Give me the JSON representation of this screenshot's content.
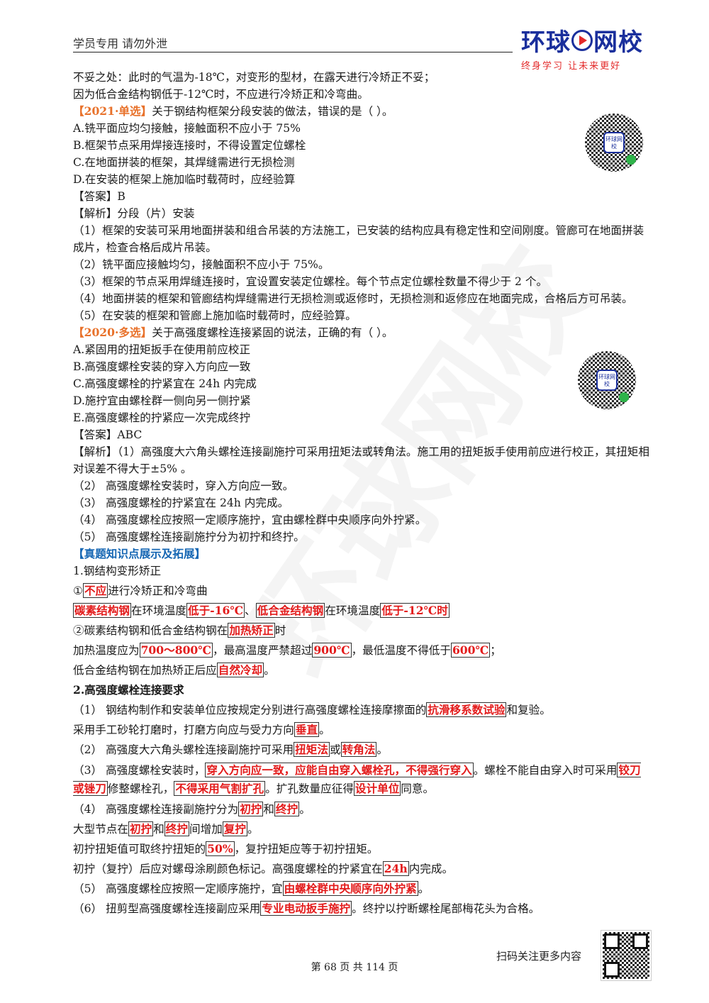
{
  "header": {
    "left_text": "学员专用 请勿外泄",
    "logo_text_a": "环球",
    "logo_text_b": "网校",
    "logo_slogan": "终身学习 让未来更好"
  },
  "qr_badges": {
    "center_label": "环球网校"
  },
  "content": {
    "l1": "不妥之处：此时的气温为-18℃，对变形的型材，在露天进行冷矫正不妥；",
    "l2": "因为低合金结构钢低于-12℃时，不应进行冷矫正和冷弯曲。",
    "q1": {
      "tag": "【2021·单选】",
      "stem": "关于钢结构框架分段安装的做法，错误的是（ ）。",
      "a": "A.铣平面应均匀接触，接触面积不应小于 75%",
      "b": "B.框架节点采用焊接连接时，不得设置定位螺栓",
      "c": "C.在地面拼装的框架，其焊缝需进行无损检测",
      "d": "D.在安装的框架上施加临时载荷时，应经验算",
      "answer": "【答案】B",
      "analysis_title": "【解析】分段（片）安装",
      "e1": "（1）框架的安装可采用地面拼装和组合吊装的方法施工，已安装的结构应具有稳定性和空间刚度。管廊可在地面拼装成片，检查合格后成片吊装。",
      "e2": "（2）铣平面应接触均匀，接触面积不应小于 75%。",
      "e3": "（3）框架的节点采用焊缝连接时，宜设置安装定位螺栓。每个节点定位螺栓数量不得少于 2 个。",
      "e4": "（4）地面拼装的框架和管廊结构焊缝需进行无损检测或返修时，无损检测和返修应在地面完成，合格后方可吊装。",
      "e5": "（5）在安装的框架和管廊上施加临时载荷时，应经验算。"
    },
    "q2": {
      "tag": "【2020·多选】",
      "stem": "关于高强度螺栓连接紧固的说法，正确的有（ ）。",
      "a": "A.紧固用的扭矩扳手在使用前应校正",
      "b": "B.高强度螺栓安装的穿入方向应一致",
      "c": "C.高强度螺栓的拧紧宜在 24h 内完成",
      "d": "D.施拧宜由螺栓群一侧向另一侧拧紧",
      "e": "E.高强度螺栓的拧紧应一次完成终拧",
      "answer": "【答案】ABC",
      "e1": "【解析】（1）高强度大六角头螺栓连接副施拧可采用扭矩法或转角法。施工用的扭矩扳手使用前应进行校正，其扭矩相对误差不得大于±5% 。",
      "e2": "（2） 高强度螺栓安装时，穿入方向应一致。",
      "e3": "（3） 高强度螺栓的拧紧宜在 24h 内完成。",
      "e4": "（4） 高强度螺栓应按照一定顺序施拧，宜由螺栓群中央顺序向外拧紧。",
      "e5": "（5） 高强度螺栓连接副施拧分为初拧和终拧。"
    },
    "section": "【真题知识点展示及拓展】",
    "k1": {
      "title": "1.钢结构变形矫正",
      "r1_pre": "①",
      "r1_hl": "不应",
      "r1_post": "进行冷矫正和冷弯曲",
      "r2_hl1": "碳素结构钢",
      "r2_t1": "在环境温度",
      "r2_hl2": "低于-16℃",
      "r2_t2": "、",
      "r2_hl3": "低合金结构钢",
      "r2_t3": "在环境温度",
      "r2_hl4": "低于-12℃时",
      "r3_pre": "②碳素结构钢和低合金结构钢在",
      "r3_hl": "加热矫正",
      "r3_post": "时",
      "r4_t1": "加热温度应为",
      "r4_hl1": "700～800℃",
      "r4_t2": "，最高温度严禁超过",
      "r4_hl2": "900℃",
      "r4_t3": "，最低温度不得低于",
      "r4_hl3": "600℃",
      "r4_t4": "；",
      "r5_pre": "低合金结构钢在加热矫正后应",
      "r5_hl": "自然冷却",
      "r5_post": "。"
    },
    "k2": {
      "title": "2.高强度螺栓连接要求",
      "p1_pre": "（1） 钢结构制作和安装单位应按规定分别进行高强度螺栓连接摩擦面的",
      "p1_hl": "抗滑移系数试验",
      "p1_post": "和复验。",
      "p1b_pre": "采用手工砂轮打磨时，打磨方向应与受力方向",
      "p1b_hl": "垂直",
      "p1b_post": "。",
      "p2_pre": "（2） 高强度大六角头螺栓连接副施拧可采用",
      "p2_hl1": "扭矩法",
      "p2_mid": "或",
      "p2_hl2": "转角法",
      "p2_post": "。",
      "p3_pre": "（3） 高强度螺栓安装时，",
      "p3_hl1": "穿入方向应一致，应能自由穿入螺栓孔，不得强行穿入",
      "p3_t1": "。螺栓不能自由穿入时可采用",
      "p3_hl2": "铰刀或锉刀",
      "p3_t2": "修整螺栓孔，",
      "p3_hl3": "不得采用气割扩孔",
      "p3_t3": "。扩孔数量应征得",
      "p3_hl4": "设计单位",
      "p3_t4": "同意。",
      "p4_pre": "（4） 高强度螺栓连接副施拧分为",
      "p4_hl1": "初拧",
      "p4_mid": "和",
      "p4_hl2": "终拧",
      "p4_post": "。",
      "p4b_pre": "大型节点在",
      "p4b_hl1": "初拧",
      "p4b_t1": "和",
      "p4b_hl2": "终拧",
      "p4b_t2": "间增加",
      "p4b_hl3": "复拧",
      "p4b_post": "。",
      "p4c_pre": "初拧扭矩值可取终拧扭矩的",
      "p4c_hl": "50%",
      "p4c_post": "，复拧扭矩应等于初拧扭矩。",
      "p4d_pre": "初拧（复拧）后应对螺母涂刷颜色标记。高强度螺栓的拧紧宜在",
      "p4d_hl": "24h",
      "p4d_post": "内完成。",
      "p5_pre": "（5） 高强度螺栓应按照一定顺序施拧，宜",
      "p5_hl": "由螺栓群中央顺序向外拧紧",
      "p5_post": "。",
      "p6_pre": "（6） 扭剪型高强度螺栓连接副应采用",
      "p6_hl": "专业电动扳手施拧",
      "p6_post": "。终拧以拧断螺栓尾部梅花头为合格。"
    }
  },
  "footer": {
    "scan_text": "扫码关注更多内容",
    "page_text": "第 68 页 共 114 页"
  }
}
